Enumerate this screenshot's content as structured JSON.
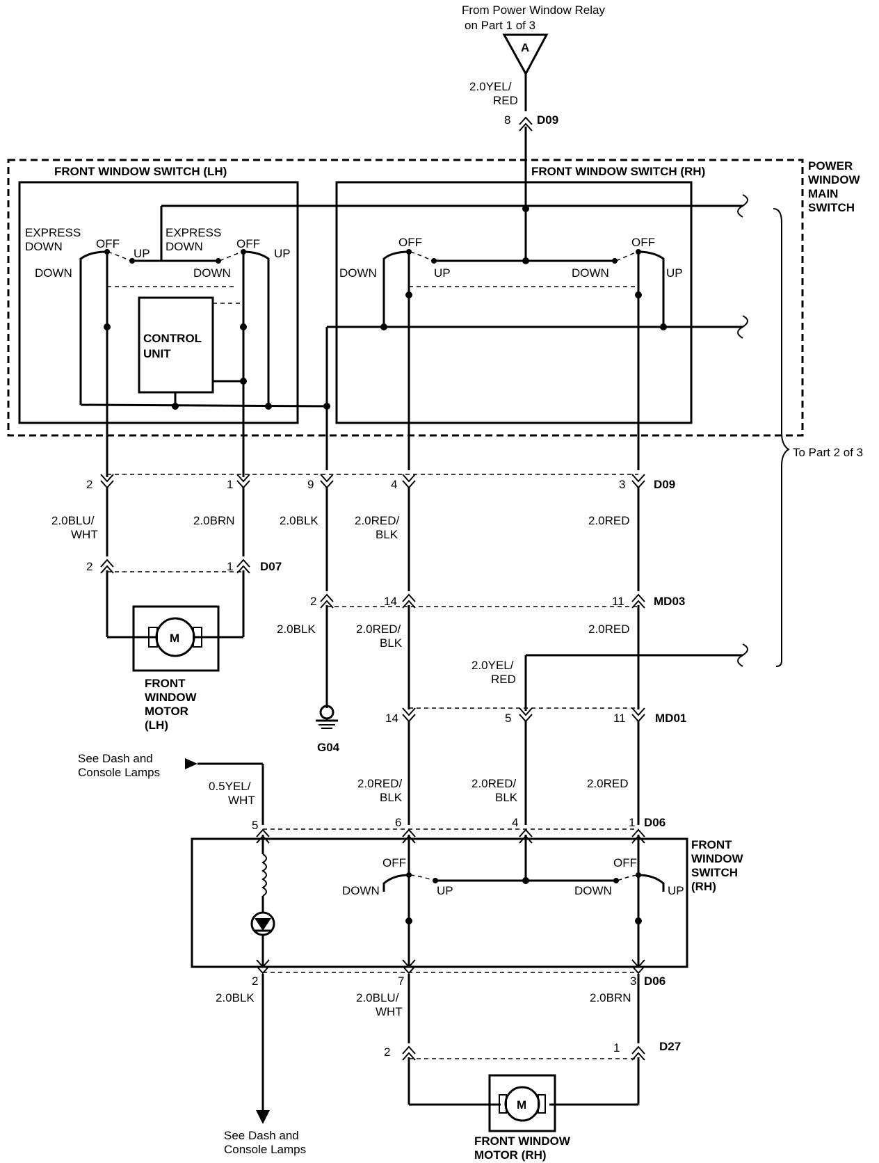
{
  "top": {
    "source_line1": "From Power Window Relay",
    "source_line2": "on Part 1 of 3",
    "connector_letter": "A",
    "wire_line1": "2.0YEL/",
    "wire_line2": "RED",
    "pin": "8",
    "connector": "D09"
  },
  "main_switch": {
    "label_line1": "POWER",
    "label_line2": "WINDOW",
    "label_line3": "MAIN",
    "label_line4": "SWITCH",
    "lh_title": "FRONT WINDOW SWITCH (LH)",
    "rh_title": "FRONT WINDOW SWITCH (RH)",
    "express_line1": "EXPRESS",
    "express_line2": "DOWN",
    "off": "OFF",
    "up": "UP",
    "down": "DOWN",
    "control_line1": "CONTROL",
    "control_line2": "UNIT"
  },
  "to_part2": "To Part 2 of 3",
  "d09_pins": [
    "2",
    "1",
    "9",
    "4",
    "3"
  ],
  "d09_label": "D09",
  "wires_row1": {
    "blu_wht_1": "2.0BLU/",
    "blu_wht_2": "WHT",
    "brn": "2.0BRN",
    "blk": "2.0BLK",
    "red_blk_1": "2.0RED/",
    "red_blk_2": "BLK",
    "red": "2.0RED"
  },
  "d07": {
    "pin_left": "2",
    "pin_right": "1",
    "label": "D07"
  },
  "lh_motor": {
    "symbol": "M",
    "line1": "FRONT",
    "line2": "WINDOW",
    "line3": "MOTOR",
    "line4": "(LH)"
  },
  "md03": {
    "pins": [
      "2",
      "14",
      "11"
    ],
    "label": "MD03"
  },
  "wires_row2": {
    "blk": "2.0BLK",
    "red_blk_1": "2.0RED/",
    "red_blk_2": "BLK",
    "red": "2.0RED",
    "yel_red_1": "2.0YEL/",
    "yel_red_2": "RED"
  },
  "ground": "G04",
  "md01": {
    "pins": [
      "14",
      "5",
      "11"
    ],
    "label": "MD01"
  },
  "dash_lamps_top_1": "See Dash and",
  "dash_lamps_top_2": "Console Lamps",
  "wires_row3": {
    "yel_wht_1": "0.5YEL/",
    "yel_wht_2": "WHT",
    "red_blk_a1": "2.0RED/",
    "red_blk_a2": "BLK",
    "red_blk_b1": "2.0RED/",
    "red_blk_b2": "BLK",
    "red": "2.0RED"
  },
  "d06_top": {
    "pins": [
      "5",
      "6",
      "4",
      "1"
    ],
    "label": "D06"
  },
  "rh_switch": {
    "label_line1": "FRONT",
    "label_line2": "WINDOW",
    "label_line3": "SWITCH",
    "label_line4": "(RH)",
    "off": "OFF",
    "up": "UP",
    "down": "DOWN"
  },
  "d06_bottom": {
    "pins": [
      "2",
      "7",
      "3"
    ],
    "label": "D06"
  },
  "wires_row4": {
    "blk": "2.0BLK",
    "blu_wht_1": "2.0BLU/",
    "blu_wht_2": "WHT",
    "brn": "2.0BRN"
  },
  "d27": {
    "pin_left": "2",
    "pin_right": "1",
    "label": "D27"
  },
  "rh_motor": {
    "symbol": "M",
    "line1": "FRONT WINDOW",
    "line2": "MOTOR (RH)"
  },
  "dash_lamps_bottom_1": "See Dash and",
  "dash_lamps_bottom_2": "Console Lamps"
}
